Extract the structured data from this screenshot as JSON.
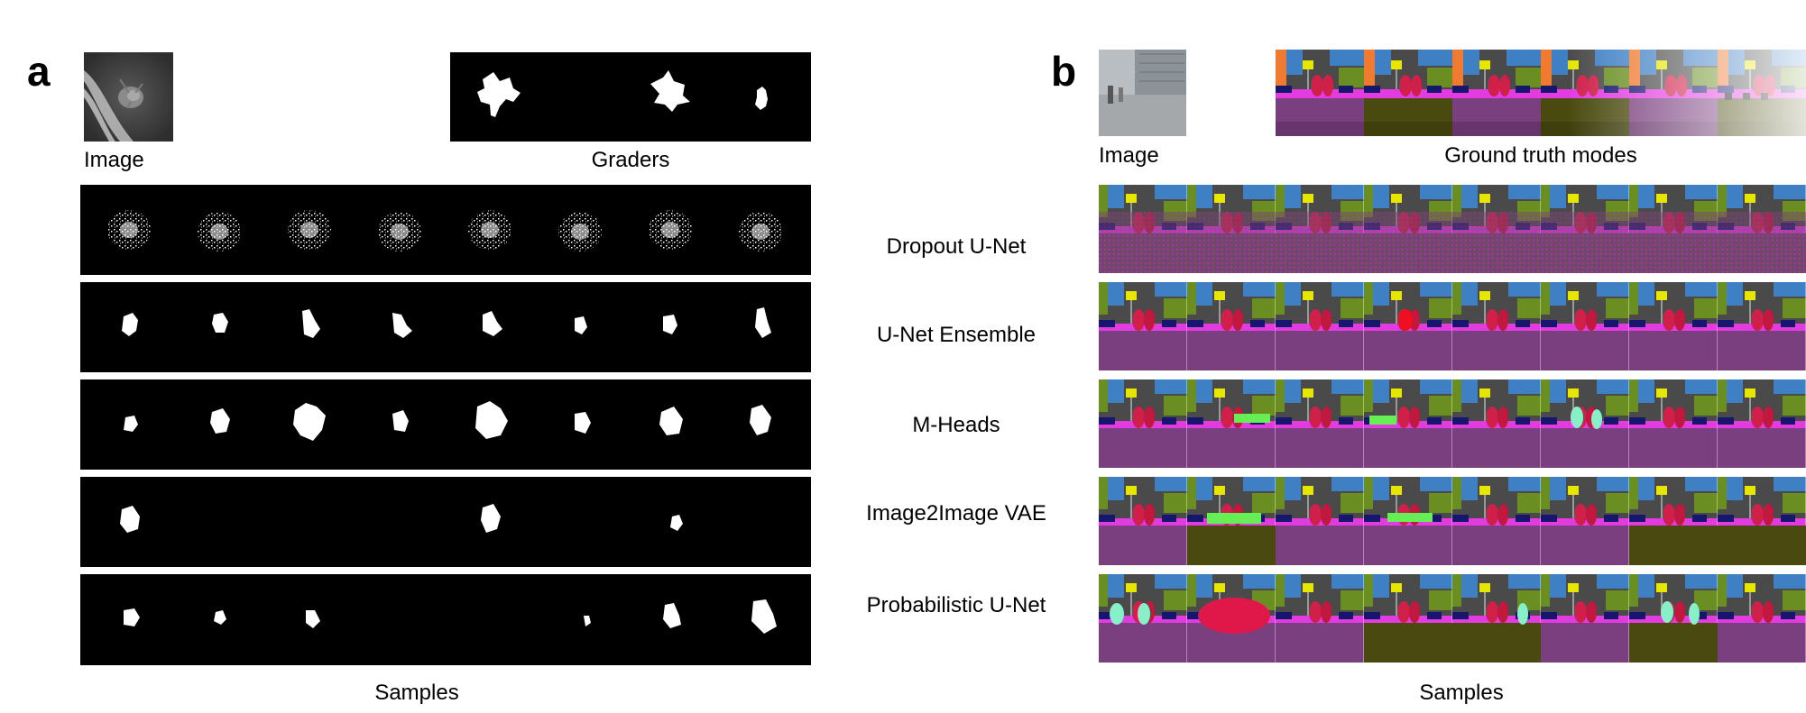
{
  "panel_a": {
    "letter": "a",
    "image_label": "Image",
    "graders_label": "Graders",
    "samples_label": "Samples"
  },
  "panel_b": {
    "letter": "b",
    "image_label": "Image",
    "ground_truth_label": "Ground truth modes",
    "samples_label": "Samples",
    "methods": [
      "Dropout  U-Net",
      "U-Net Ensemble",
      "M-Heads",
      "Image2Image VAE",
      "Probabilistic U-Net"
    ]
  },
  "colors": {
    "road_purple": "#7a3f7e",
    "building_gray": "#4a4a4a",
    "sky_blue": "#3f7fc4",
    "vegetation_green": "#6b8e23",
    "car_navy": "#16166e",
    "person_red": "#d0204a",
    "sign_yellow": "#e6e600",
    "sidewalk_magenta": "#e23be0",
    "olive_mode": "#4a4a10"
  }
}
